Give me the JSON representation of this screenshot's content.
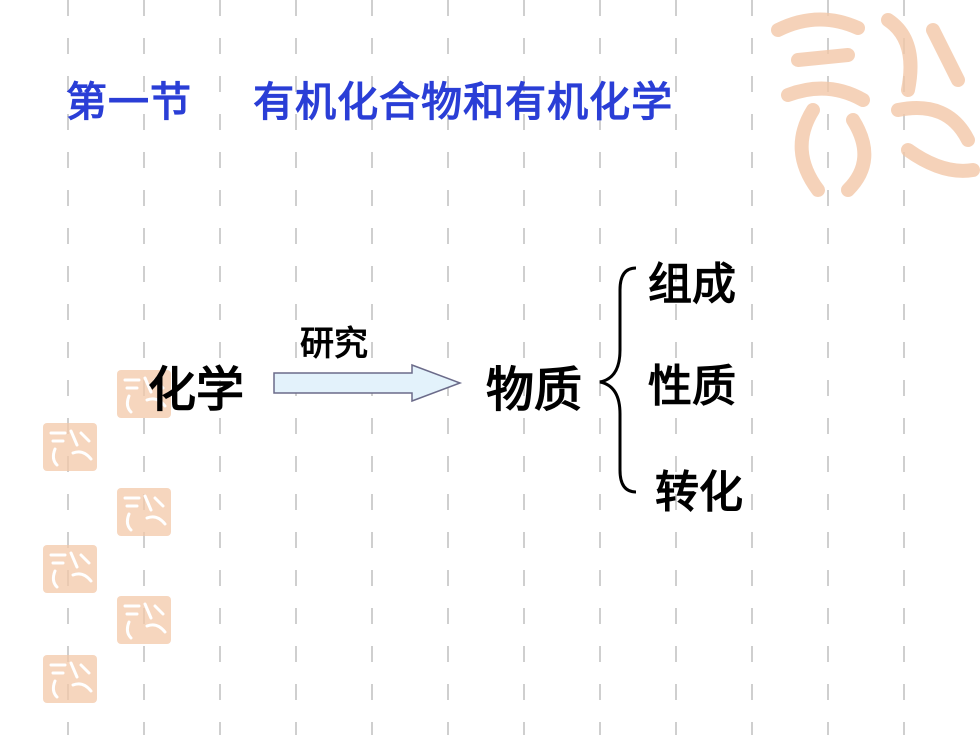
{
  "title": "第一节    有机化合物和有机化学",
  "diagram": {
    "subject": "化学",
    "relation": "研究",
    "object": "物质",
    "aspects": [
      "组成",
      "性质",
      "转化"
    ]
  },
  "colors": {
    "title": "#2a3ed6",
    "grid": "#cfcfcf",
    "arrow_fill": "#e3f2fb",
    "arrow_stroke": "#6b6b8a",
    "seal": "#f3c8a8"
  }
}
